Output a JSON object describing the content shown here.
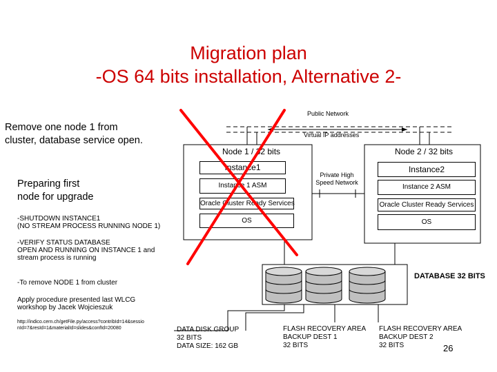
{
  "slide": {
    "title_line1": "Migration plan",
    "title_line2": "-OS 64 bits installation, Alternative 2-",
    "page_number": "26"
  },
  "left_notes": {
    "remove_node_line1": "Remove one node 1 from",
    "remove_node_line2": "cluster, database service open.",
    "preparing_line1": "Preparing first",
    "preparing_line2": "node for upgrade",
    "shutdown_line1": "-SHUTDOWN INSTANCE1",
    "shutdown_line2": "(NO STREAM PROCESS RUNNING NODE 1)",
    "verify_line1": "-VERIFY STATUS DATABASE",
    "verify_line2": "OPEN AND RUNNING ON INSTANCE 1 and",
    "verify_line3": "stream process is running",
    "remove_line": "-To remove NODE 1 from cluster",
    "apply_line1": "Apply procedure presented last WLCG",
    "apply_line2": "workshop by Jacek Wojcieszuk",
    "url_line1": "http://indico.cern.ch/getFile.py/access?contribId=14&sessio",
    "url_line2": "nId=7&resId=1&materialId=slides&confId=20080"
  },
  "diagram": {
    "public_network": "Public Network",
    "virtual_ip": "Virtual IP addresses",
    "private_network_line1": "Private High",
    "private_network_line2": "Speed Network",
    "node1": {
      "label": "Node 1 / 32 bits",
      "instance": "Instance1",
      "asm": "Instance 1 ASM",
      "crs": "Oracle Cluster Ready Services",
      "os": "OS"
    },
    "node2": {
      "label": "Node 2 / 32 bits",
      "instance": "Instance2",
      "asm": "Instance 2 ASM",
      "crs": "Oracle Cluster Ready Services",
      "os": "OS"
    },
    "database_label": "DATABASE 32 BITS",
    "data_disk_group": {
      "line1": "DATA DISK GROUP",
      "line2": "32 BITS",
      "line3": "DATA SIZE: 162 GB"
    },
    "fra_dest1": {
      "line1": "FLASH RECOVERY AREA",
      "line2": "BACKUP DEST 1",
      "line3": "32 BITS"
    },
    "fra_dest2": {
      "line1": "FLASH RECOVERY AREA",
      "line2": "BACKUP DEST 2",
      "line3": "32 BITS"
    }
  },
  "colors": {
    "title": "#cc0000",
    "cross": "#ff0000",
    "disk_fill": "#c0c0c0"
  }
}
